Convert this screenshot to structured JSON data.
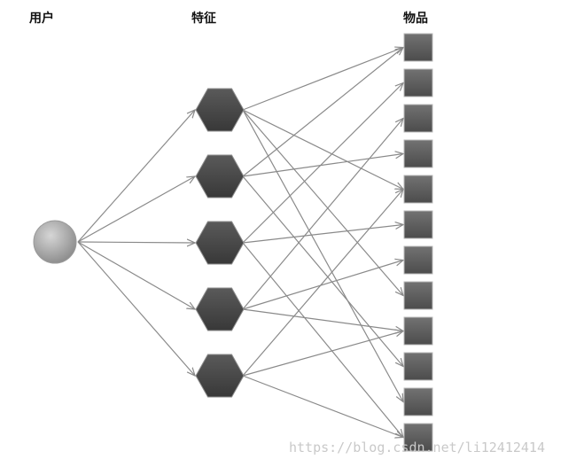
{
  "labels": {
    "user": "用户",
    "feature": "特征",
    "item": "物品"
  },
  "watermark": "https://blog.csdn.net/li12412414",
  "graph": {
    "user_count": 1,
    "feature_count": 5,
    "item_count": 12,
    "edges": [
      [
        0,
        0
      ],
      [
        0,
        4
      ],
      [
        0,
        7
      ],
      [
        0,
        10
      ],
      [
        1,
        0
      ],
      [
        1,
        3
      ],
      [
        1,
        9
      ],
      [
        2,
        1
      ],
      [
        2,
        5
      ],
      [
        2,
        11
      ],
      [
        3,
        2
      ],
      [
        3,
        6
      ],
      [
        3,
        8
      ],
      [
        4,
        4
      ],
      [
        4,
        8
      ],
      [
        4,
        11
      ]
    ]
  },
  "colors": {
    "edge": "#8a8a8a",
    "hexagon": "#4a4a4a",
    "item_box": "#5e5e5e",
    "user_node": "#a8a8a8"
  }
}
